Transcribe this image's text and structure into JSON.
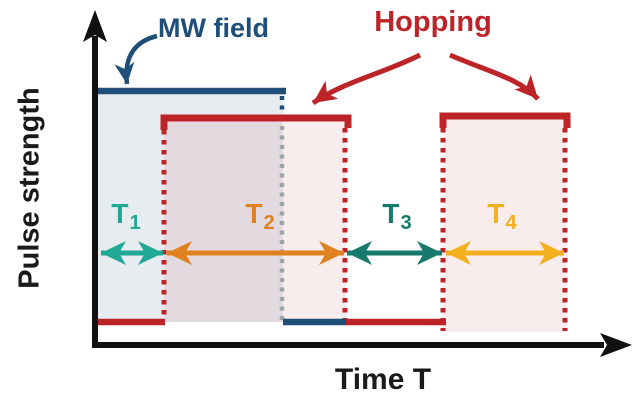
{
  "figure": {
    "y_axis_label": "Pulse strength",
    "x_axis_label": "Time T",
    "mw_field_label": "MW field",
    "hopping_label": "Hopping",
    "intervals": [
      {
        "base": "T",
        "sub": "1",
        "color": "#21a795"
      },
      {
        "base": "T",
        "sub": "2",
        "color": "#e0811f"
      },
      {
        "base": "T",
        "sub": "3",
        "color": "#177a6c"
      },
      {
        "base": "T",
        "sub": "4",
        "color": "#f2b01e"
      }
    ]
  },
  "colors": {
    "mw_blue": "#1f4e79",
    "hopping_red": "#bd2428",
    "axis_black": "#111111",
    "mw_fill": "rgba(31,78,121,0.11)",
    "hopping_fill": "rgba(190,40,40,0.085)",
    "boundary_gray": "#9ba4ad",
    "t1_teal": "#21a795",
    "t2_orange": "#e0811f",
    "t3_dark_teal": "#177a6c",
    "t4_gold": "#f2b01e"
  },
  "chart_data": {
    "type": "line",
    "title": "",
    "xlabel": "Time T",
    "ylabel": "Pulse strength",
    "x_range_normalized": [
      0,
      1
    ],
    "y_range_normalized": [
      0,
      1
    ],
    "grid": false,
    "legend_position": "annotations",
    "segment_boundaries_normalized": [
      0,
      0.147,
      0.4,
      0.532,
      0.74,
      1.0
    ],
    "series": [
      {
        "name": "MW field",
        "color": "#1f4e79",
        "style": "step",
        "points": [
          [
            0,
            0.93
          ],
          [
            0.4,
            0.93
          ],
          [
            0.4,
            0.08
          ],
          [
            0.532,
            0.08
          ]
        ],
        "note": "high pulse from t=0 to t=0.40, short low segment 0.40-0.532, end marked by gray dotted line"
      },
      {
        "name": "Hopping",
        "color": "#bd2428",
        "style": "step",
        "points": [
          [
            0,
            0.08
          ],
          [
            0.147,
            0.08
          ],
          [
            0.147,
            0.83
          ],
          [
            0.532,
            0.83
          ],
          [
            0.532,
            0.08
          ],
          [
            0.74,
            0.08
          ],
          [
            0.74,
            0.84
          ],
          [
            1.0,
            0.84
          ]
        ],
        "note": "vertical transitions drawn as red dotted lines; two high pulses indicated by Hopping arrows"
      }
    ],
    "intervals": [
      {
        "label": "T1",
        "from": 0,
        "to": 0.147,
        "color": "#21a795"
      },
      {
        "label": "T2",
        "from": 0.147,
        "to": 0.532,
        "color": "#e0811f"
      },
      {
        "label": "T3",
        "from": 0.532,
        "to": 0.74,
        "color": "#177a6c"
      },
      {
        "label": "T4",
        "from": 0.74,
        "to": 1.0,
        "color": "#f2b01e"
      }
    ]
  }
}
